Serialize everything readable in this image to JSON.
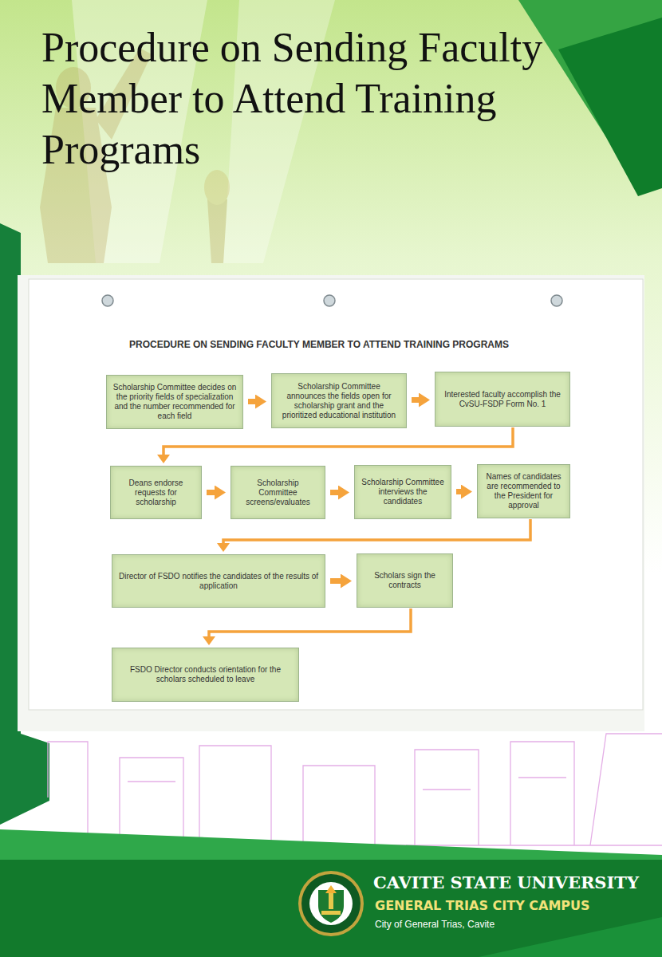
{
  "diagram": {
    "title": "Procedure on Sending Faculty Member to Attend Training Programs",
    "nodes": [
      {
        "text": [
          "Scholarship Committee decides on the priority fields of specialization and the number recommended for each field"
        ]
      },
      {
        "text": [
          "Scholarship Committee announces the fields open for scholarship grant and the prioritized educational institution"
        ]
      },
      {
        "text": [
          "Interested faculty accomplish the CvSU-FSDP Form No. 1"
        ]
      },
      {
        "text": [
          "Deans endorse requests for scholarship"
        ]
      },
      {
        "text": [
          "Scholarship Committee screens/evaluates"
        ]
      },
      {
        "text": [
          "Scholarship Committee interviews the candidates"
        ]
      },
      {
        "text": [
          "Names of candidates are recommended to the President for approval"
        ]
      },
      {
        "text": [
          "Director of FSDO notifies the candidates of the results of application"
        ]
      },
      {
        "text": [
          "Scholars sign the contracts"
        ]
      },
      {
        "text": [
          "FSDO Director conducts orientation for the scholars scheduled to leave"
        ]
      }
    ],
    "edges": [
      {
        "from": 0,
        "to": 1,
        "arrow": "to"
      },
      {
        "from": 1,
        "to": 2,
        "arrow": "to"
      },
      {
        "from": 2,
        "to": 3,
        "arrow": "to"
      },
      {
        "from": 3,
        "to": 4,
        "arrow": "to"
      },
      {
        "from": 4,
        "to": 5,
        "arrow": "to"
      },
      {
        "from": 5,
        "to": 6,
        "arrow": "to"
      },
      {
        "from": 6,
        "to": 7,
        "arrow": "to"
      },
      {
        "from": 7,
        "to": 8,
        "arrow": "to"
      },
      {
        "from": 8,
        "to": 9,
        "arrow": "to"
      }
    ],
    "labels": [
      "PROCEDURE ON SENDING FACULTY MEMBER TO ATTEND TRAINING PROGRAMS",
      "CAVITE STATE UNIVERSITY",
      "GENERAL TRIAS CITY CAMPUS",
      "City of General Trias, Cavite"
    ]
  }
}
